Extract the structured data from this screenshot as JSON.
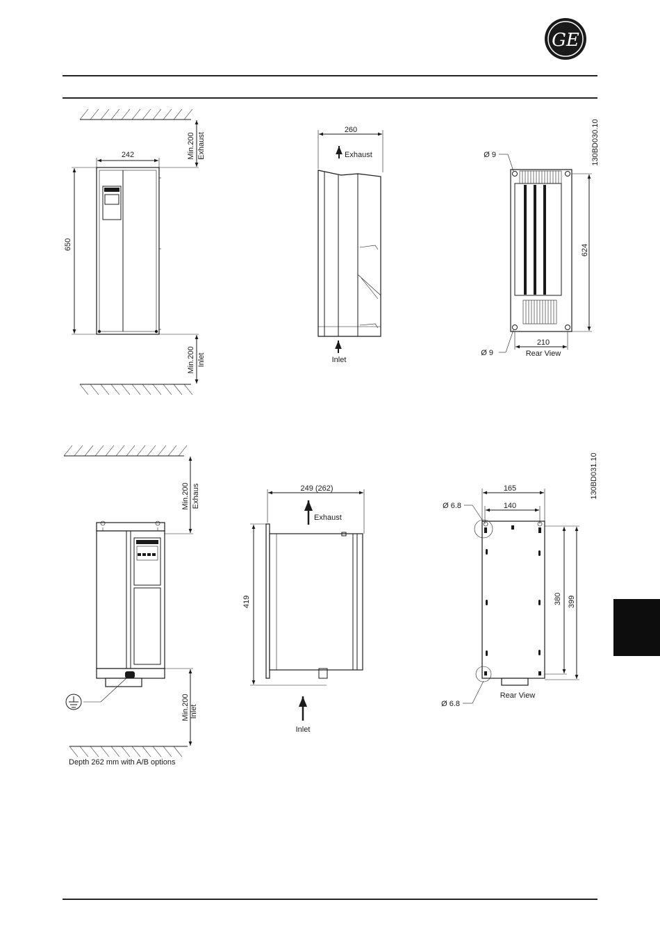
{
  "logo": {
    "text": "GE",
    "icon": "ge-logo-icon"
  },
  "top": {
    "front": {
      "width": "242",
      "height": "650",
      "top_clearance": "Min.200",
      "top_label": "Exhaust",
      "bottom_clearance": "Min.200",
      "bottom_label": "Inlet"
    },
    "side": {
      "depth": "260",
      "top_label": "Exhaust",
      "bottom_label": "Inlet"
    },
    "rear": {
      "hole_top": "Ø 9",
      "hole_bottom": "Ø 9",
      "height": "624",
      "width": "210",
      "caption": "Rear View",
      "drawing_no": "130BD030.10"
    }
  },
  "bottom": {
    "front": {
      "top_clearance": "Min.200",
      "top_label": "Exhaus",
      "bottom_clearance": "Min.200",
      "bottom_label": "Inlet",
      "note": "Depth 262 mm with A/B options",
      "ground_icon": "ground-icon"
    },
    "side": {
      "depth": "249 (262)",
      "height": "419",
      "top_label": "Exhaust",
      "bottom_label": "Inlet"
    },
    "rear": {
      "outer_width": "165",
      "inner_width": "140",
      "hole_top": "Ø 6.8",
      "hole_bottom": "Ø 6.8",
      "inner_height": "380",
      "outer_height": "399",
      "caption": "Rear View",
      "drawing_no": "130BD031.10"
    }
  }
}
